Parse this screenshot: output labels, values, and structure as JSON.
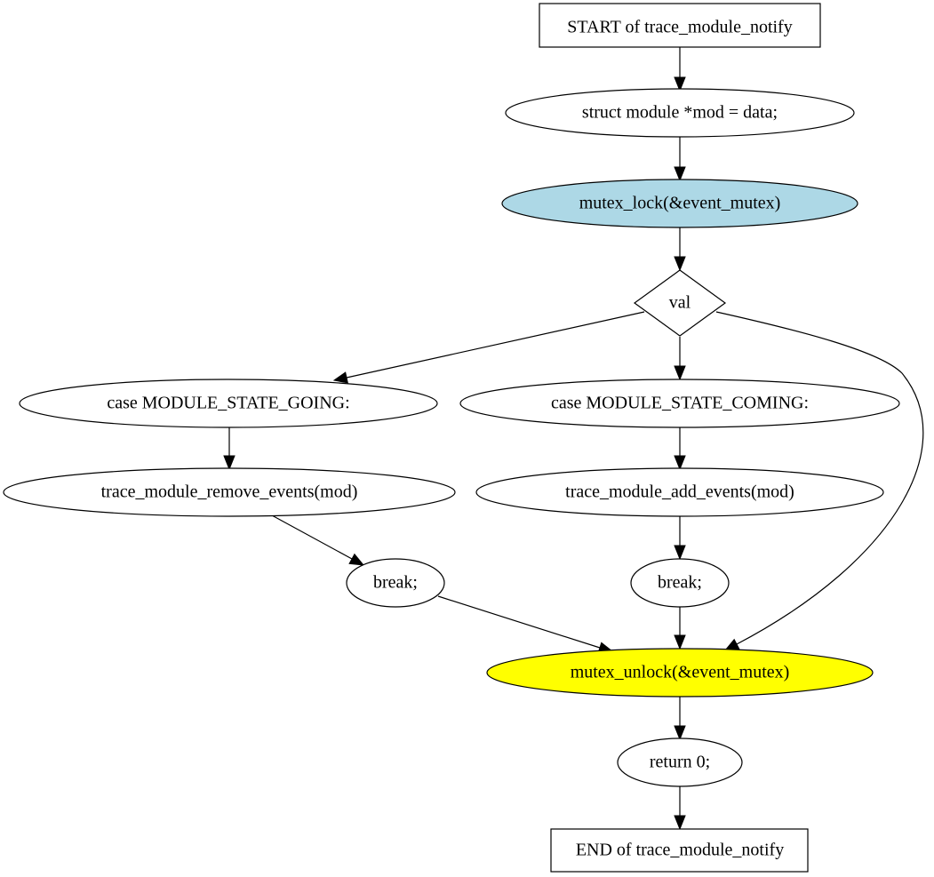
{
  "diagram": {
    "nodes": {
      "start": {
        "label": "START of trace_module_notify",
        "shape": "box",
        "fill": "#ffffff"
      },
      "assign_mod": {
        "label": "struct module *mod = data;",
        "shape": "ellipse",
        "fill": "#ffffff"
      },
      "lock": {
        "label": "mutex_lock(&event_mutex)",
        "shape": "ellipse",
        "fill": "#add8e6"
      },
      "switch_val": {
        "label": "val",
        "shape": "diamond",
        "fill": "#ffffff"
      },
      "case_going": {
        "label": "case MODULE_STATE_GOING:",
        "shape": "ellipse",
        "fill": "#ffffff"
      },
      "case_coming": {
        "label": "case MODULE_STATE_COMING:",
        "shape": "ellipse",
        "fill": "#ffffff"
      },
      "remove_events": {
        "label": "trace_module_remove_events(mod)",
        "shape": "ellipse",
        "fill": "#ffffff"
      },
      "add_events": {
        "label": "trace_module_add_events(mod)",
        "shape": "ellipse",
        "fill": "#ffffff"
      },
      "break_going": {
        "label": "break;",
        "shape": "ellipse",
        "fill": "#ffffff"
      },
      "break_coming": {
        "label": "break;",
        "shape": "ellipse",
        "fill": "#ffffff"
      },
      "unlock": {
        "label": "mutex_unlock(&event_mutex)",
        "shape": "ellipse",
        "fill": "#ffff00"
      },
      "return_zero": {
        "label": "return 0;",
        "shape": "ellipse",
        "fill": "#ffffff"
      },
      "end": {
        "label": "END of trace_module_notify",
        "shape": "box",
        "fill": "#ffffff"
      }
    },
    "edges": [
      {
        "from": "start",
        "to": "assign_mod"
      },
      {
        "from": "assign_mod",
        "to": "lock"
      },
      {
        "from": "lock",
        "to": "switch_val"
      },
      {
        "from": "switch_val",
        "to": "case_going"
      },
      {
        "from": "switch_val",
        "to": "case_coming"
      },
      {
        "from": "switch_val",
        "to": "unlock"
      },
      {
        "from": "case_going",
        "to": "remove_events"
      },
      {
        "from": "case_coming",
        "to": "add_events"
      },
      {
        "from": "remove_events",
        "to": "break_going"
      },
      {
        "from": "add_events",
        "to": "break_coming"
      },
      {
        "from": "break_going",
        "to": "unlock"
      },
      {
        "from": "break_coming",
        "to": "unlock"
      },
      {
        "from": "unlock",
        "to": "return_zero"
      },
      {
        "from": "return_zero",
        "to": "end"
      }
    ],
    "colors": {
      "stroke": "#000000",
      "background": "#ffffff",
      "lock_fill": "#add8e6",
      "unlock_fill": "#ffff00"
    }
  }
}
